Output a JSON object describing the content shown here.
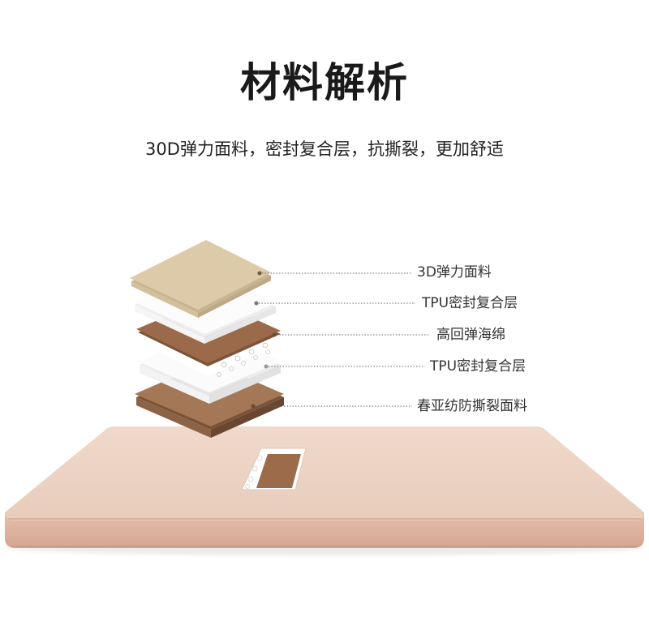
{
  "title": "材料解析",
  "subtitle": "30D弹力面料，密封复合层，抗撕裂，更加舒适",
  "layers": [
    {
      "label": "3D弹力面料",
      "color": "#d8c6a7"
    },
    {
      "label": "TPU密封复合层",
      "color": "#f7f7f7"
    },
    {
      "label": "高回弹海绵",
      "color": "#9b6b4a"
    },
    {
      "label": "TPU密封复合层",
      "color": "#f7f7f7"
    },
    {
      "label": "春亚纺防撕裂面料",
      "color": "#a07654"
    }
  ],
  "colors": {
    "mattress_top": "#ecd1c1",
    "mattress_side": "#ddb39f",
    "beige_fabric": "#d8c6a7",
    "sponge": "#9b6b4a",
    "white_tpu": "#f7f7f7",
    "bottom_fabric": "#a07654",
    "leader_line": "#555555"
  }
}
